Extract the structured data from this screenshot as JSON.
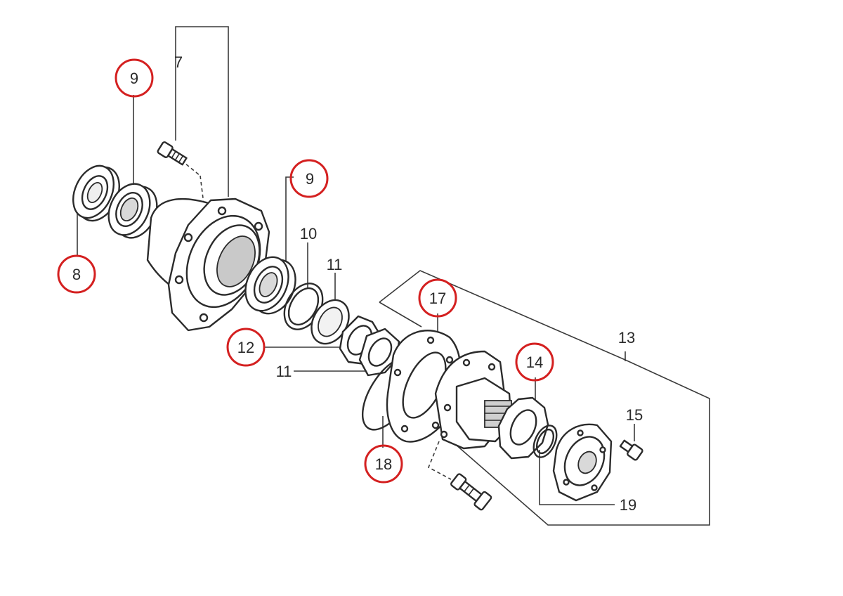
{
  "diagram": {
    "accent_color": "#d42020",
    "parts": {
      "p7": "7",
      "p8": "8",
      "p9a": "9",
      "p9b": "9",
      "p10": "10",
      "p11a": "11",
      "p11b": "11",
      "p12": "12",
      "p13": "13",
      "p14": "14",
      "p15": "15",
      "p17": "17",
      "p18": "18",
      "p19": "19"
    },
    "highlighted": [
      "8",
      "9",
      "9",
      "12",
      "14",
      "17",
      "18"
    ]
  }
}
